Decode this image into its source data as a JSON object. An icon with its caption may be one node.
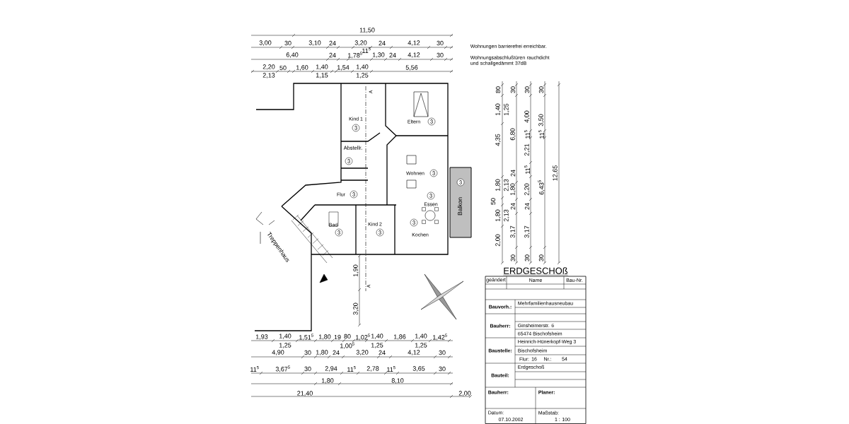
{
  "diagram": {
    "title": "ERDGESCHOß",
    "labels": [
      "11,50",
      "3,00",
      "30",
      "3,10",
      "24",
      "3,20",
      "24",
      "4,12",
      "30",
      "6,40",
      "24",
      "1,78$^{5}$",
      "11$^{5}$",
      "1,30",
      "24",
      "4,12",
      "30",
      "2,20",
      "2,13",
      "50",
      "1,60",
      "1,40",
      "1,15",
      "1,54",
      "1,40",
      "1,25",
      "5,56",
      "Wohnungen barrierefrei erreichbar.",
      "Wohnungsabschlußtüren rauchdicht und schallgedämmt 37dB",
      "A",
      "Kind 1",
      "3",
      "Eltern",
      "3",
      "Abstellr.",
      "3",
      "Wohnen",
      "3",
      "Flur",
      "3",
      "3",
      "Balkon",
      "3",
      "Essen",
      "Bad",
      "3",
      "Kind 2",
      "3",
      "3",
      "Kochen",
      "Treppenhaus",
      "80",
      "1,40",
      "1,25",
      "4,35",
      "1,80",
      "2,13",
      "50",
      "1,80",
      "2,13",
      "2,00",
      "30",
      "6,80",
      "24",
      "1,80",
      "24",
      "3,17",
      "30",
      "30",
      "4,00",
      "11$^{5}$",
      "2,21",
      "11$^{5}$",
      "2,20",
      "24",
      "3,17",
      "30",
      "30",
      "3,50",
      "11$^{5}$",
      "6,43$^{5}$",
      "30",
      "12,65",
      "1,90",
      "A",
      "3,20",
      "geändert",
      "Name",
      "Bau-Nr.",
      "Bauvorh.:",
      "Mehrfamilienhausneubau",
      "Bauherr:",
      "Ginsheimerstr. 6",
      "65474 Bischofsheim",
      "Baustelle:",
      "Heinrich-Hünerkopf-Weg 3",
      "Bischofsheim",
      "Flur:",
      "16",
      "Nr.:",
      "54",
      "Bauteil:",
      "Erdgeschoß",
      "Bauherr:",
      "Planer:",
      "Datum:",
      "07.10.2002",
      "Maßstab:",
      "1 : 100",
      "1,93",
      "1,40",
      "1,25",
      "1,51$^{5}$",
      "1,80",
      "19",
      "80",
      "1,00$^{5}$",
      "1,02$^{5}$",
      "1,40",
      "1,25",
      "1,86",
      "1,40",
      "1,25",
      "1,42$^{5}$",
      "4,90",
      "30",
      "1,80",
      "24",
      "3,20",
      "24",
      "4,12",
      "30",
      "11$^{5}$",
      "3,67$^{5}$",
      "30",
      "2,94",
      "11$^{5}$",
      "2,78",
      "11$^{5}$",
      "3,65",
      "30",
      "1,80",
      "8,10",
      "21,40",
      "2,00"
    ]
  }
}
